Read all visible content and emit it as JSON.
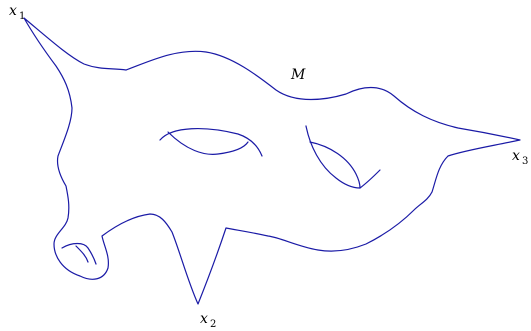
{
  "figure": {
    "manifold_label": "M",
    "points": [
      {
        "name": "x",
        "subscript": "1"
      },
      {
        "name": "x",
        "subscript": "2"
      },
      {
        "name": "x",
        "subscript": "3"
      }
    ],
    "colors": {
      "curve": "#1a1aa6",
      "text": "#000000"
    }
  }
}
